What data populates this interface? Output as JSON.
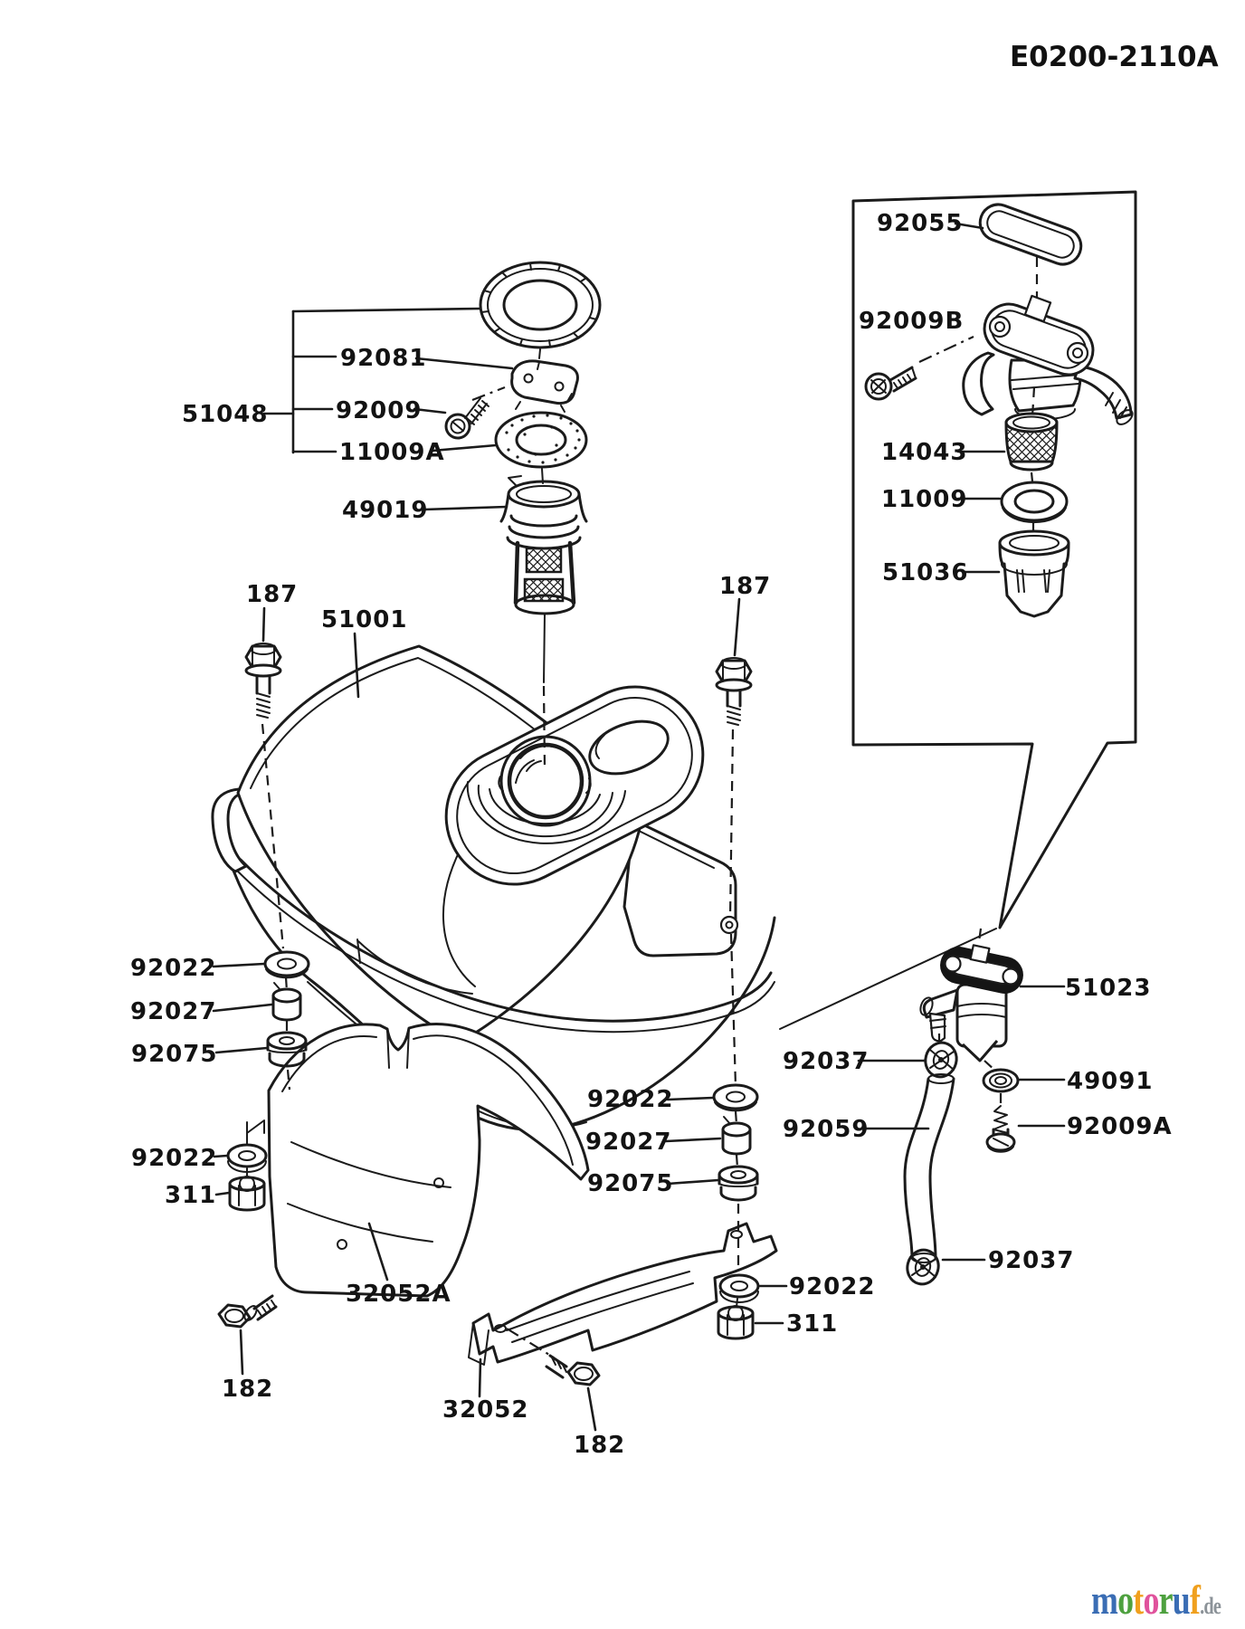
{
  "header": {
    "diagram_code": "E0200-2110A"
  },
  "callouts": [
    {
      "id": "cap-plate",
      "text": "92081"
    },
    {
      "id": "cap-assembly",
      "text": "51048"
    },
    {
      "id": "cap-screw",
      "text": "92009"
    },
    {
      "id": "cap-gasket",
      "text": "11009A"
    },
    {
      "id": "tank-strainer",
      "text": "49019"
    },
    {
      "id": "flange-bolt-left",
      "text": "187"
    },
    {
      "id": "fuel-tank",
      "text": "51001"
    },
    {
      "id": "flange-bolt-right",
      "text": "187"
    },
    {
      "id": "tap-seal",
      "text": "92055"
    },
    {
      "id": "tap-screw",
      "text": "92009B"
    },
    {
      "id": "tap-filter",
      "text": "14043"
    },
    {
      "id": "tap-gasket",
      "text": "11009"
    },
    {
      "id": "tap-cup",
      "text": "51036"
    },
    {
      "id": "washer-left-1",
      "text": "92022"
    },
    {
      "id": "collar-left",
      "text": "92027"
    },
    {
      "id": "damper-left",
      "text": "92075"
    },
    {
      "id": "washer-left-2",
      "text": "92022"
    },
    {
      "id": "nut-left",
      "text": "311"
    },
    {
      "id": "bracket-upper",
      "text": "32052A"
    },
    {
      "id": "bolt-left",
      "text": "182"
    },
    {
      "id": "bracket-lower",
      "text": "32052"
    },
    {
      "id": "bolt-right",
      "text": "182"
    },
    {
      "id": "washer-center-1",
      "text": "92022"
    },
    {
      "id": "collar-center",
      "text": "92027"
    },
    {
      "id": "damper-center",
      "text": "92075"
    },
    {
      "id": "washer-center-2",
      "text": "92022"
    },
    {
      "id": "nut-center",
      "text": "311"
    },
    {
      "id": "fuel-valve",
      "text": "51023"
    },
    {
      "id": "clamp-upper",
      "text": "92037"
    },
    {
      "id": "valve-washer",
      "text": "49091"
    },
    {
      "id": "fuel-hose",
      "text": "92059"
    },
    {
      "id": "valve-screw",
      "text": "92009A"
    },
    {
      "id": "clamp-lower",
      "text": "92037"
    }
  ],
  "watermark": {
    "letters": [
      {
        "ch": "m",
        "style": "color:#3a6db4"
      },
      {
        "ch": "o",
        "style": "color:#4ea13f"
      },
      {
        "ch": "t",
        "style": "color:#f0a01e"
      },
      {
        "ch": "o",
        "style": "color:#e0529c"
      },
      {
        "ch": "r",
        "style": "color:#4ea13f"
      },
      {
        "ch": "u",
        "style": "color:#3a6db4"
      },
      {
        "ch": "f",
        "style": "color:#f0a01e"
      }
    ],
    "suffix": ".de"
  }
}
